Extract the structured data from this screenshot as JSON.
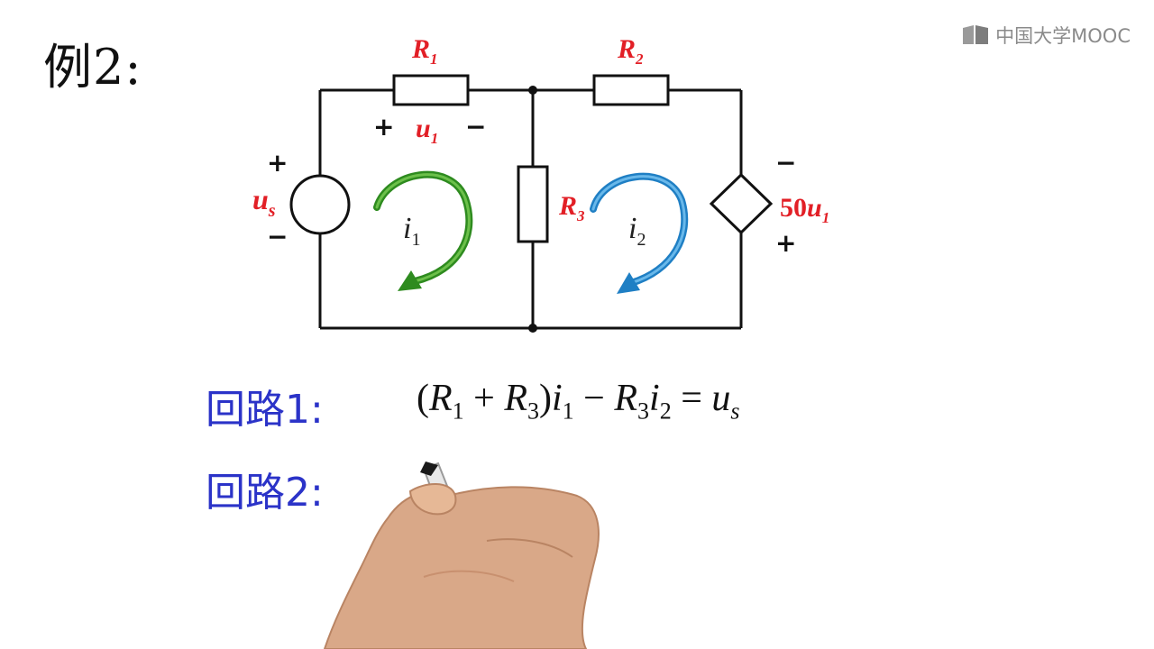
{
  "header": {
    "example_label": "例2:"
  },
  "logo": {
    "text": "中国大学MOOC",
    "icon": "book-icon"
  },
  "circuit": {
    "R1": "R1",
    "R2": "R2",
    "R3": "R3",
    "u1": "u1",
    "us": "us",
    "dep_source": "50u1",
    "mesh1": "i1",
    "mesh2": "i2",
    "plus": "+",
    "minus": "−"
  },
  "loops": {
    "loop1_label": "回路1:",
    "loop2_label": "回路2:",
    "loop1_equation": "(R1 + R3)i1 − R3i2 = us"
  },
  "colors": {
    "label_red": "#e21f26",
    "loop_blue": "#2b33c8",
    "mesh1_arrow": "#2e8b1f",
    "mesh2_arrow": "#2f8fd0"
  }
}
